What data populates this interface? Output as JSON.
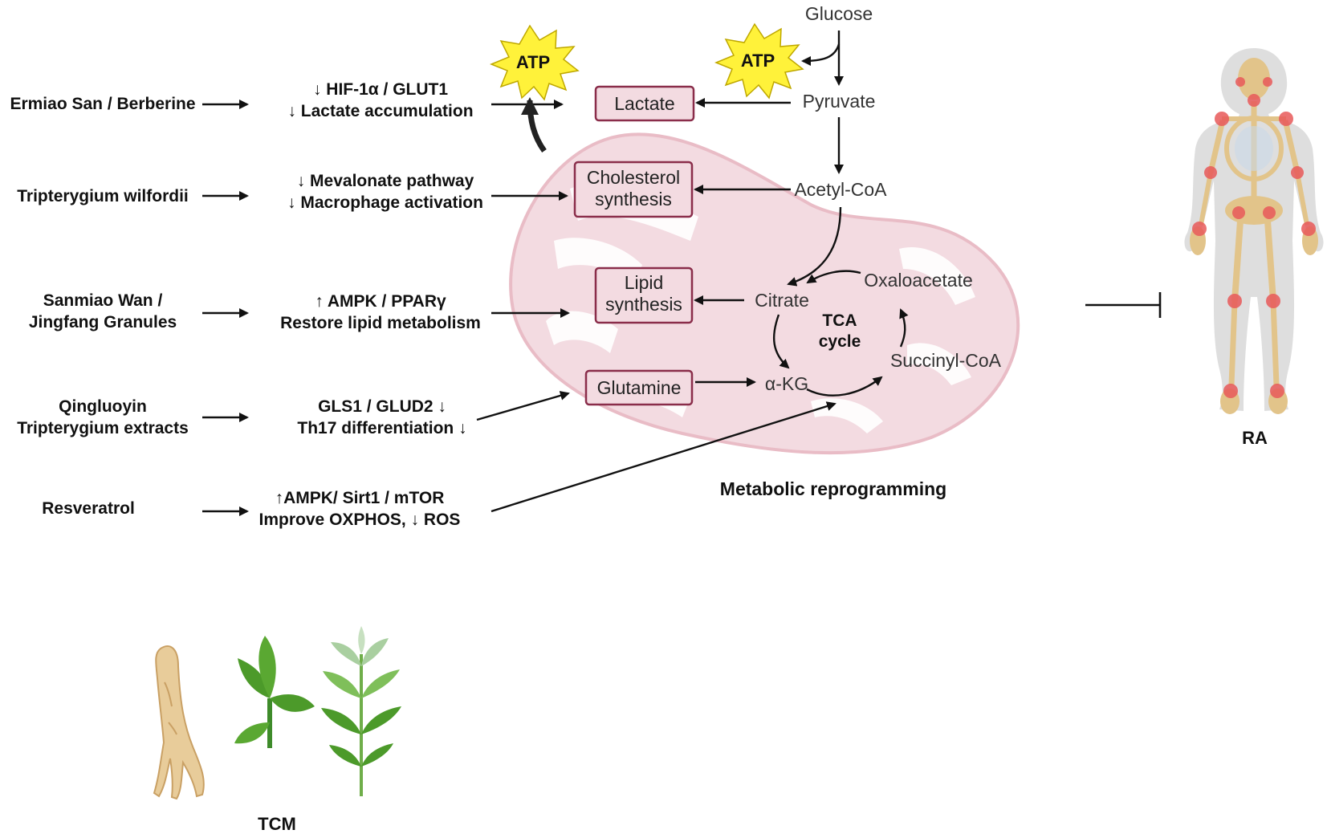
{
  "drugs": [
    {
      "lines": [
        "Ermiao San / Berberine"
      ]
    },
    {
      "lines": [
        "Tripterygium wilfordii"
      ]
    },
    {
      "lines": [
        "Sanmiao Wan /",
        "Jingfang Granules"
      ]
    },
    {
      "lines": [
        "Qingluoyin",
        "Tripterygium extracts"
      ]
    },
    {
      "lines": [
        "Resveratrol"
      ]
    }
  ],
  "effects": [
    {
      "lines": [
        "↓ HIF-1α / GLUT1",
        "↓ Lactate accumulation"
      ]
    },
    {
      "lines": [
        "↓ Mevalonate pathway",
        "↓ Macrophage activation"
      ]
    },
    {
      "lines": [
        "↑ AMPK / PPARγ",
        "Restore lipid metabolism"
      ]
    },
    {
      "lines": [
        "GLS1 / GLUD2 ↓",
        "Th17 differentiation ↓"
      ]
    },
    {
      "lines": [
        "↑AMPK/ Sirt1 / mTOR",
        "Improve OXPHOS, ↓ ROS"
      ]
    }
  ],
  "boxes": {
    "lactate": [
      "Lactate"
    ],
    "cholesterol": [
      "Cholesterol",
      "synthesis"
    ],
    "lipid": [
      "Lipid",
      "synthesis"
    ],
    "glutamine": [
      "Glutamine"
    ]
  },
  "metabolites": {
    "glucose": "Glucose",
    "pyruvate": "Pyruvate",
    "acetyl_coa": "Acetyl-CoA",
    "citrate": "Citrate",
    "oxaloacetate": "Oxaloacetate",
    "succinyl_coa": "Succinyl-CoA",
    "akg": "α-KG"
  },
  "tca_label": [
    "TCA",
    "cycle"
  ],
  "atp_label": "ATP",
  "caption_metabolic": "Metabolic reprogramming",
  "caption_ra": "RA",
  "caption_tcm": "TCM",
  "colors": {
    "mito_outer": "#f3dbe1",
    "mito_stroke": "#e9bcc6",
    "box_fill": "#f3dbe1",
    "box_stroke": "#8a2d4a",
    "atp_fill": "#fff23a",
    "joint_red": "#e85a5a",
    "bone": "#e2c48a",
    "body_grey": "#cfcfcf"
  }
}
